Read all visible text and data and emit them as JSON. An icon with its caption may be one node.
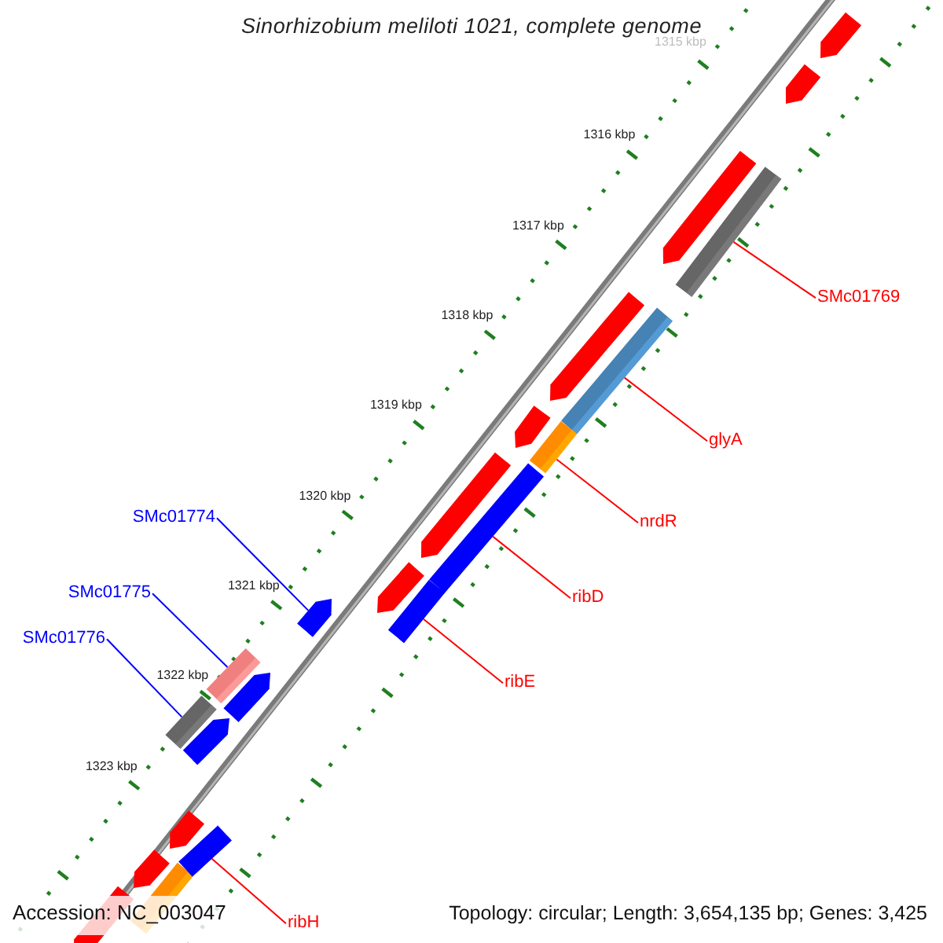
{
  "diagram": {
    "title": "Sinorhizobium meliloti 1021, complete genome",
    "nodes": [
      {
        "text": [
          "SMc01769"
        ]
      },
      {
        "text": [
          "glyA"
        ]
      },
      {
        "text": [
          "nrdR"
        ]
      },
      {
        "text": [
          "SMc01774"
        ]
      },
      {
        "text": [
          "ribD"
        ]
      },
      {
        "text": [
          "SMc01775"
        ]
      },
      {
        "text": [
          "SMc01776"
        ]
      },
      {
        "text": [
          "ribE"
        ]
      },
      {
        "text": [
          "ribH"
        ]
      },
      {
        "text": [],
        "shape": "bar"
      },
      {
        "text": [],
        "shape": "bar"
      },
      {
        "text": [],
        "shape": "bar"
      },
      {
        "text": [],
        "shape": "bar"
      },
      {
        "text": [],
        "shape": "bar"
      },
      {
        "text": [],
        "shape": "arrow"
      },
      {
        "text": [],
        "shape": "bar"
      },
      {
        "text": [],
        "shape": "bar"
      },
      {
        "text": [],
        "shape": "bar"
      }
    ],
    "edges": [
      {
        "from": 0,
        "to": 9,
        "arrow": "none"
      },
      {
        "from": 1,
        "to": 10,
        "arrow": "none"
      },
      {
        "from": 2,
        "to": 11,
        "arrow": "none"
      },
      {
        "from": 3,
        "to": 14,
        "arrow": "none",
        "color": "#0000ff"
      },
      {
        "from": 4,
        "to": 12,
        "arrow": "none"
      },
      {
        "from": 5,
        "to": 15,
        "arrow": "none",
        "color": "#0000ff"
      },
      {
        "from": 6,
        "to": 16,
        "arrow": "none",
        "color": "#0000ff"
      },
      {
        "from": 7,
        "to": 13,
        "arrow": "none"
      },
      {
        "from": 8,
        "to": 17,
        "arrow": "none"
      }
    ],
    "labels": [
      "1315 kbp",
      "1316 kbp",
      "1317 kbp",
      "1318 kbp",
      "1319 kbp",
      "1320 kbp",
      "1321 kbp",
      "1322 kbp",
      "1323 kbp",
      "Accession: NC_003047",
      "Topology: circular; Length: 3,654,135 bp; Genes: 3,425"
    ]
  }
}
